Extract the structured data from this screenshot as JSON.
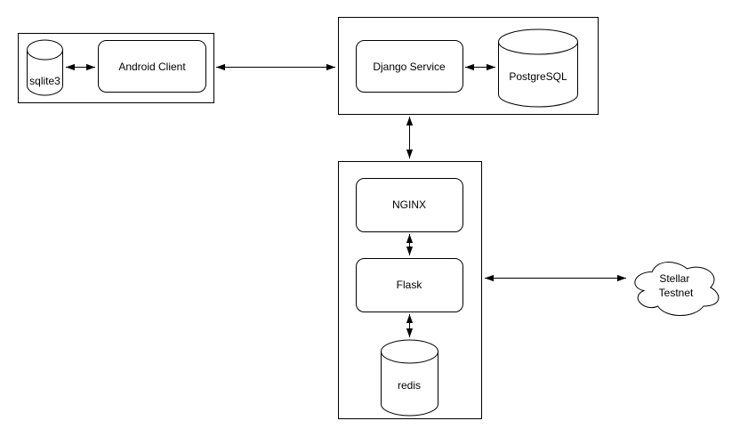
{
  "diagram": {
    "type": "architecture-diagram",
    "colors": {
      "stroke": "#000000",
      "fill": "#ffffff",
      "text": "#000000",
      "background": "#ffffff"
    },
    "nodes": {
      "sqlite3": {
        "label": "sqlite3",
        "shape": "cylinder"
      },
      "android_client": {
        "label": "Android Client",
        "shape": "rounded-rect"
      },
      "django_service": {
        "label": "Django Service",
        "shape": "rounded-rect"
      },
      "postgresql": {
        "label": "PostgreSQL",
        "shape": "cylinder"
      },
      "nginx": {
        "label": "NGINX",
        "shape": "rounded-rect"
      },
      "flask": {
        "label": "Flask",
        "shape": "rounded-rect"
      },
      "redis": {
        "label": "redis",
        "shape": "cylinder"
      },
      "stellar_testnet": {
        "label": "Stellar Testnet",
        "label_lines": [
          "Stellar",
          "Testnet"
        ],
        "shape": "cloud"
      }
    },
    "groups": {
      "client_group": {
        "contains": [
          "sqlite3",
          "android_client"
        ]
      },
      "backend_group": {
        "contains": [
          "django_service",
          "postgresql"
        ]
      },
      "api_group": {
        "contains": [
          "nginx",
          "flask",
          "redis"
        ]
      }
    },
    "edges": [
      {
        "from": "sqlite3",
        "to": "android_client",
        "direction": "bidirectional"
      },
      {
        "from": "client_group",
        "to": "backend_group",
        "direction": "bidirectional"
      },
      {
        "from": "django_service",
        "to": "postgresql",
        "direction": "bidirectional"
      },
      {
        "from": "backend_group",
        "to": "api_group",
        "direction": "bidirectional"
      },
      {
        "from": "nginx",
        "to": "flask",
        "direction": "bidirectional"
      },
      {
        "from": "flask",
        "to": "redis",
        "direction": "bidirectional"
      },
      {
        "from": "api_group",
        "to": "stellar_testnet",
        "direction": "bidirectional"
      }
    ]
  }
}
